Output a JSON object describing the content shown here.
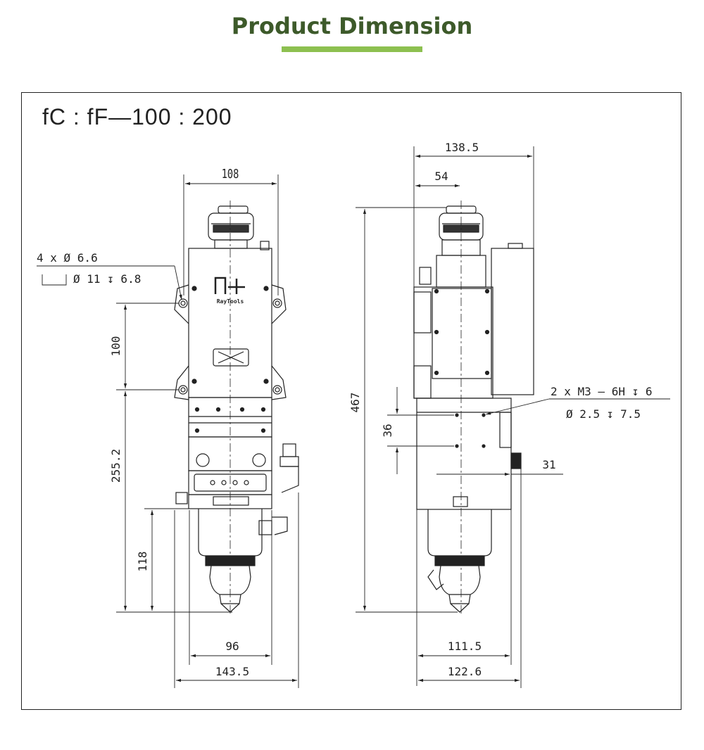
{
  "header": {
    "title": "Product Dimension",
    "accent_color": "#8dc050",
    "title_color": "#3d5a2a"
  },
  "drawing": {
    "model_label": "fC : fF—100 : 200",
    "brand_logo_text": "RayTools",
    "front_view": {
      "dim_width_top": "108",
      "hole_callout_line1": "4 x Ø 6.6",
      "hole_callout_line2": "Ø 11 ↧ 6.8",
      "dim_hole_spacing": "100",
      "dim_lower_height": "255.2",
      "dim_nozzle_height": "118",
      "dim_body_width": "96",
      "dim_overall_width": "143.5"
    },
    "side_view": {
      "dim_width_top": "138.5",
      "dim_axis_offset": "54",
      "dim_total_height": "467",
      "dim_thread_spacing": "36",
      "thread_callout_line1": "2 x M3 — 6H ↧ 6",
      "thread_callout_line2": "Ø 2.5 ↧ 7.5",
      "dim_port_offset": "31",
      "dim_body_width": "111.5",
      "dim_overall_width": "122.6"
    }
  }
}
